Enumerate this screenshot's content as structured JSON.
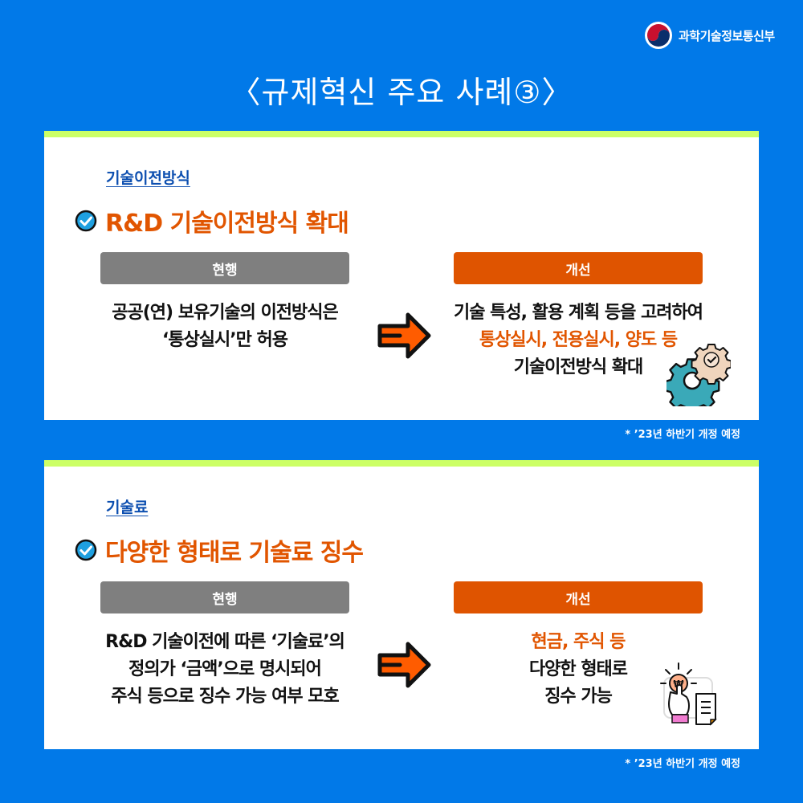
{
  "header": {
    "ministry_name": "과학기술정보통신부",
    "title": "〈규제혁신 주요 사례③〉"
  },
  "colors": {
    "background": "#0179e8",
    "accent_strip": "#ccff66",
    "heading_orange": "#e15500",
    "current_pill": "#7f7f7f",
    "improved_pill": "#df5400",
    "category_blue": "#0d4fb0"
  },
  "cases": [
    {
      "category": "기술이전방식",
      "heading": "R&D 기술이전방식 확대",
      "current_label": "현행",
      "improved_label": "개선",
      "current_lines": [
        "공공(연) 보유기술의 이전방식은",
        "‘통상실시’만 허용"
      ],
      "improved_lines": [
        {
          "text": "기술 특성, 활용 계획 등을 고려하여",
          "highlight": false
        },
        {
          "text": "통상실시, 전용실시, 양도 등",
          "highlight": true
        },
        {
          "text": "기술이전방식 확대",
          "highlight": false
        }
      ],
      "illustration": "gear-check-icon",
      "note": "* ’23년 하반기 개정 예정"
    },
    {
      "category": "기술료",
      "heading": "다양한 형태로 기술료 징수",
      "current_label": "현행",
      "improved_label": "개선",
      "current_lines": [
        "R&D 기술이전에 따른 ‘기술료’의",
        "정의가 ‘금액’으로 명시되어",
        "주식 등으로 징수 가능 여부 모호"
      ],
      "improved_lines": [
        {
          "text": "현금, 주식 등",
          "highlight": true
        },
        {
          "text": "다양한 형태로",
          "highlight": false
        },
        {
          "text": "징수 가능",
          "highlight": false
        }
      ],
      "illustration": "hand-coin-document-icon",
      "note": "* ’23년 하반기 개정 예정"
    }
  ]
}
